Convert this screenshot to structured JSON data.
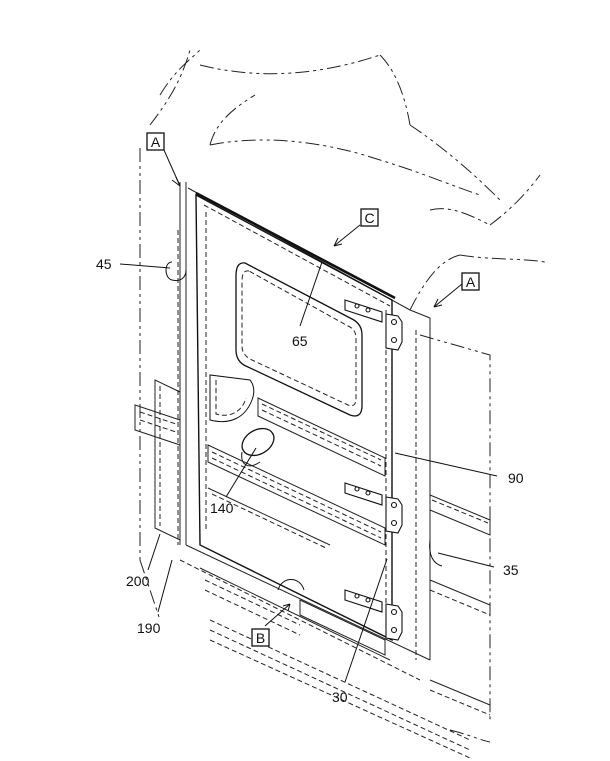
{
  "view_labels": {
    "a_top": "A",
    "a_right": "A",
    "b": "B",
    "c": "C"
  },
  "callouts": {
    "n45": "45",
    "n65": "65",
    "n90": "90",
    "n140": "140",
    "n35": "35",
    "n200": "200",
    "n190": "190",
    "n30": "30"
  }
}
